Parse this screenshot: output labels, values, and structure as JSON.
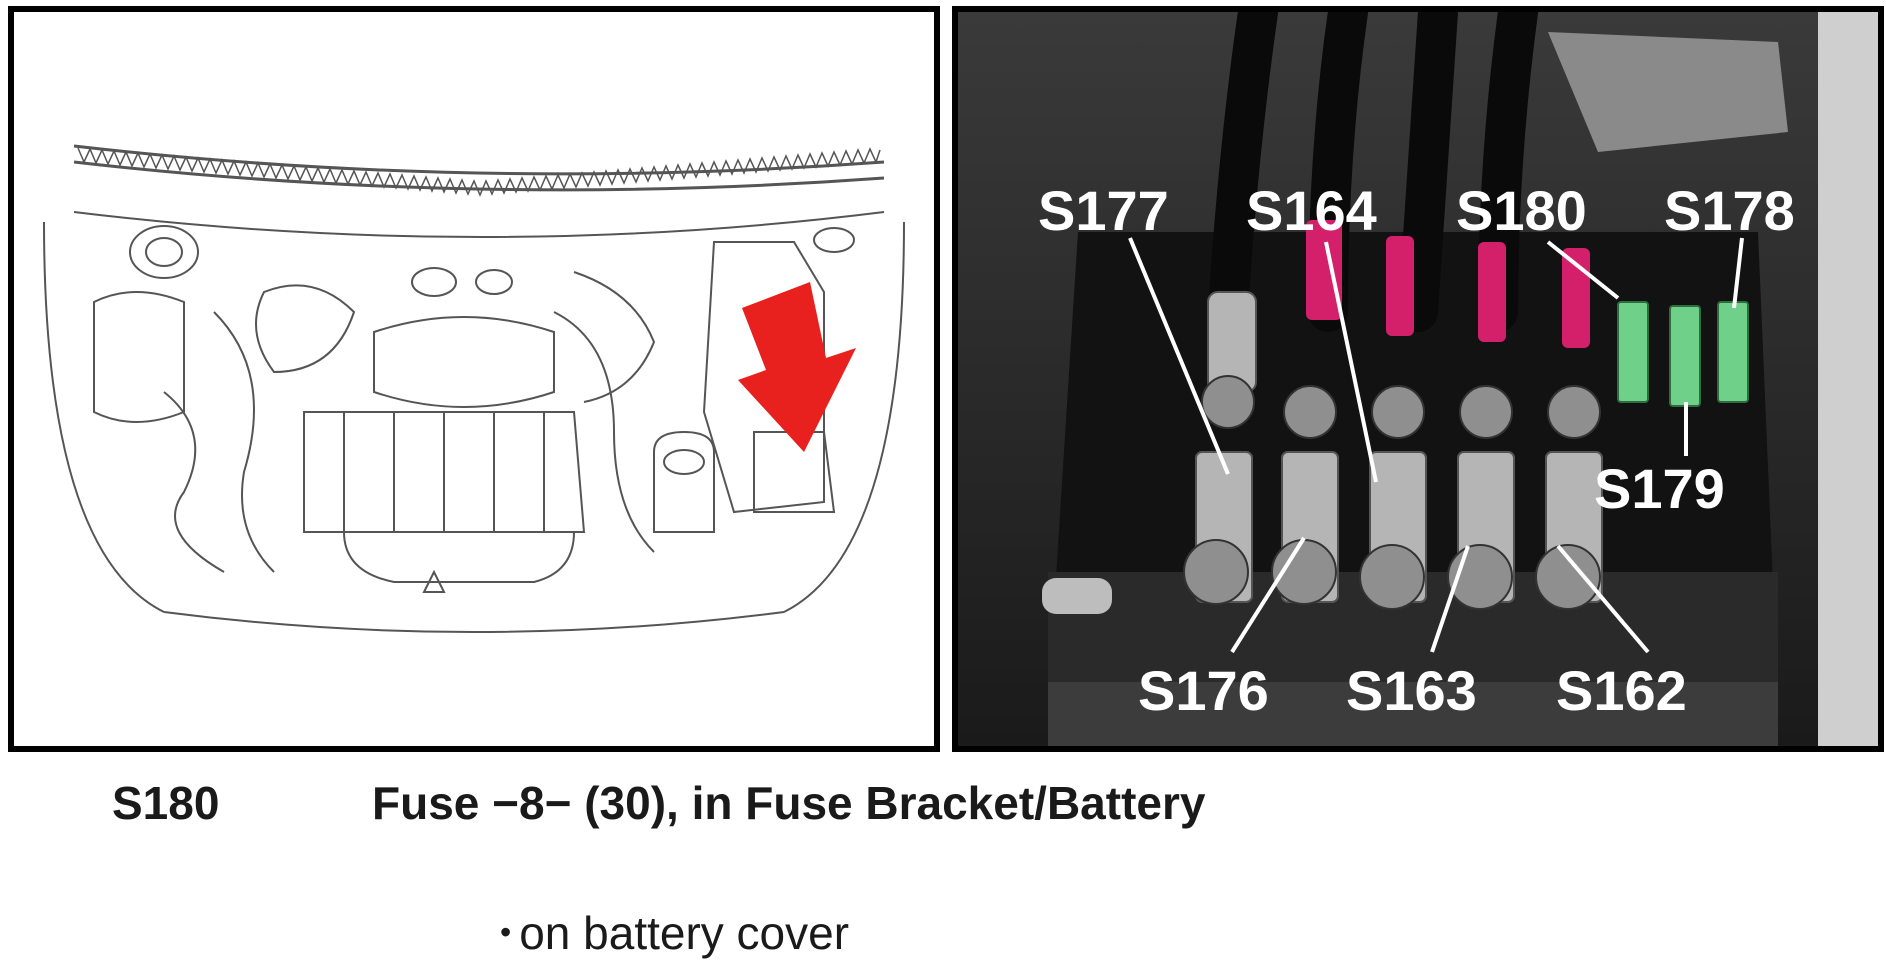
{
  "fuse_labels": {
    "s177": "S177",
    "s164": "S164",
    "s180": "S180",
    "s178": "S178",
    "s179": "S179",
    "s176": "S176",
    "s163": "S163",
    "s162": "S162"
  },
  "caption": {
    "code": "S180",
    "title": "Fuse −8− (30), in Fuse Bracket/Battery"
  },
  "note": {
    "bullet": "•",
    "text": "on battery cover"
  },
  "colors": {
    "arrow": "#e8201e",
    "cable": "#d4206a",
    "mini_fuse": "#6fd08a",
    "panel_border": "#000000"
  }
}
